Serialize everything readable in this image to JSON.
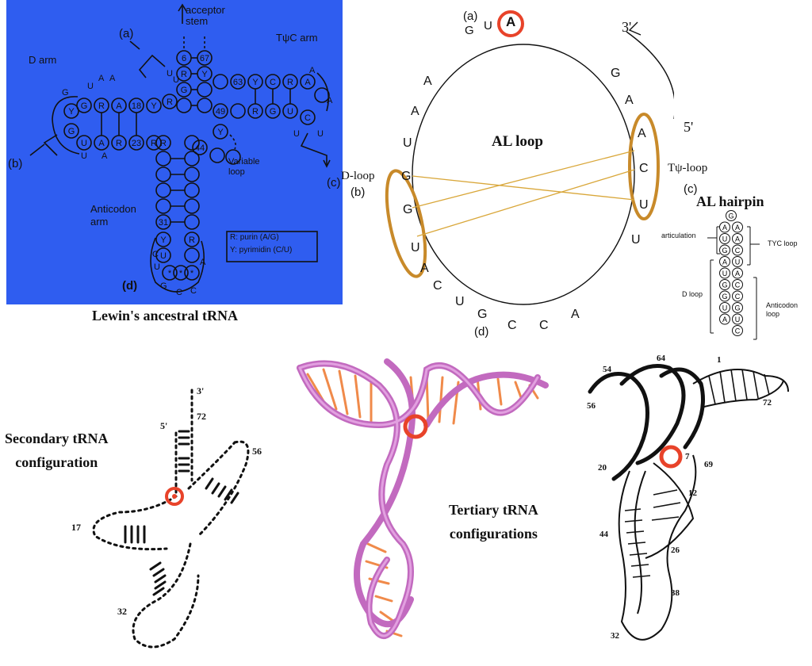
{
  "lewin": {
    "caption": "Lewin's ancestral tRNA",
    "labels": {
      "acceptor_stem": "acceptor\nstem",
      "tpsic_arm": "TψC arm",
      "d_arm": "D arm",
      "variable_loop": "Variable\nloop",
      "anticodon_arm": "Anticodon\narm",
      "a": "(a)",
      "b": "(b)",
      "c": "(c)",
      "d": "(d)"
    },
    "legend": [
      "R: purin (A/G)",
      "Y: pyrimidin (C/U)"
    ],
    "numbers": [
      "6",
      "67",
      "18",
      "23",
      "63",
      "49",
      "44",
      "31"
    ]
  },
  "al_loop": {
    "title": "AL loop",
    "three_prime": "3'",
    "five_prime": "5'",
    "labels": {
      "a": "(a)",
      "b": "(b)",
      "c": "(c)",
      "d": "(d)",
      "d_loop": "D-loop",
      "tpsi_loop": "Tψ-loop"
    },
    "top": [
      "G",
      "U",
      "A"
    ],
    "left": [
      "A",
      "A",
      "U",
      "G",
      "G",
      "U"
    ],
    "right": [
      "G",
      "A",
      "A",
      "C",
      "U",
      "U"
    ],
    "bottom": [
      "A",
      "C",
      "U",
      "G",
      "C",
      "C",
      "A"
    ]
  },
  "al_hairpin": {
    "title": "AL hairpin",
    "loop_top": "G",
    "pairs": [
      [
        "A",
        "A"
      ],
      [
        "U",
        "A"
      ],
      [
        "G",
        "C"
      ],
      [
        "A",
        "U"
      ],
      [
        "U",
        "A"
      ],
      [
        "G",
        "C"
      ],
      [
        "G",
        "C"
      ],
      [
        "U",
        "G"
      ],
      [
        "A",
        "U"
      ]
    ],
    "bottom": "C",
    "labels": {
      "articulation": "articulation",
      "tyc_loop": "TYC loop",
      "d_loop": "D loop",
      "anticodon_loop": "Anticodon\nloop"
    }
  },
  "secondary": {
    "caption": "Secondary tRNA\nconfiguration",
    "labels": {
      "three_prime": "3'",
      "five_prime": "5'",
      "n72": "72",
      "n56": "56",
      "n17": "17",
      "n32": "32"
    }
  },
  "tertiary": {
    "caption": "Tertiary tRNA\nconfigurations",
    "labels": {
      "n54": "54",
      "n64": "64",
      "n1": "1",
      "n56": "56",
      "n72": "72",
      "n7": "7",
      "n69": "69",
      "n20": "20",
      "n12": "12",
      "n44": "44",
      "n26": "26",
      "n38": "38",
      "n32": "32"
    }
  },
  "colors": {
    "blue_panel": "#2f5df0",
    "highlight_red": "#e8432a",
    "ring_brown": "#c88a2a",
    "tube_pink": "#d67fd1",
    "rung_orange": "#f08a4a"
  }
}
